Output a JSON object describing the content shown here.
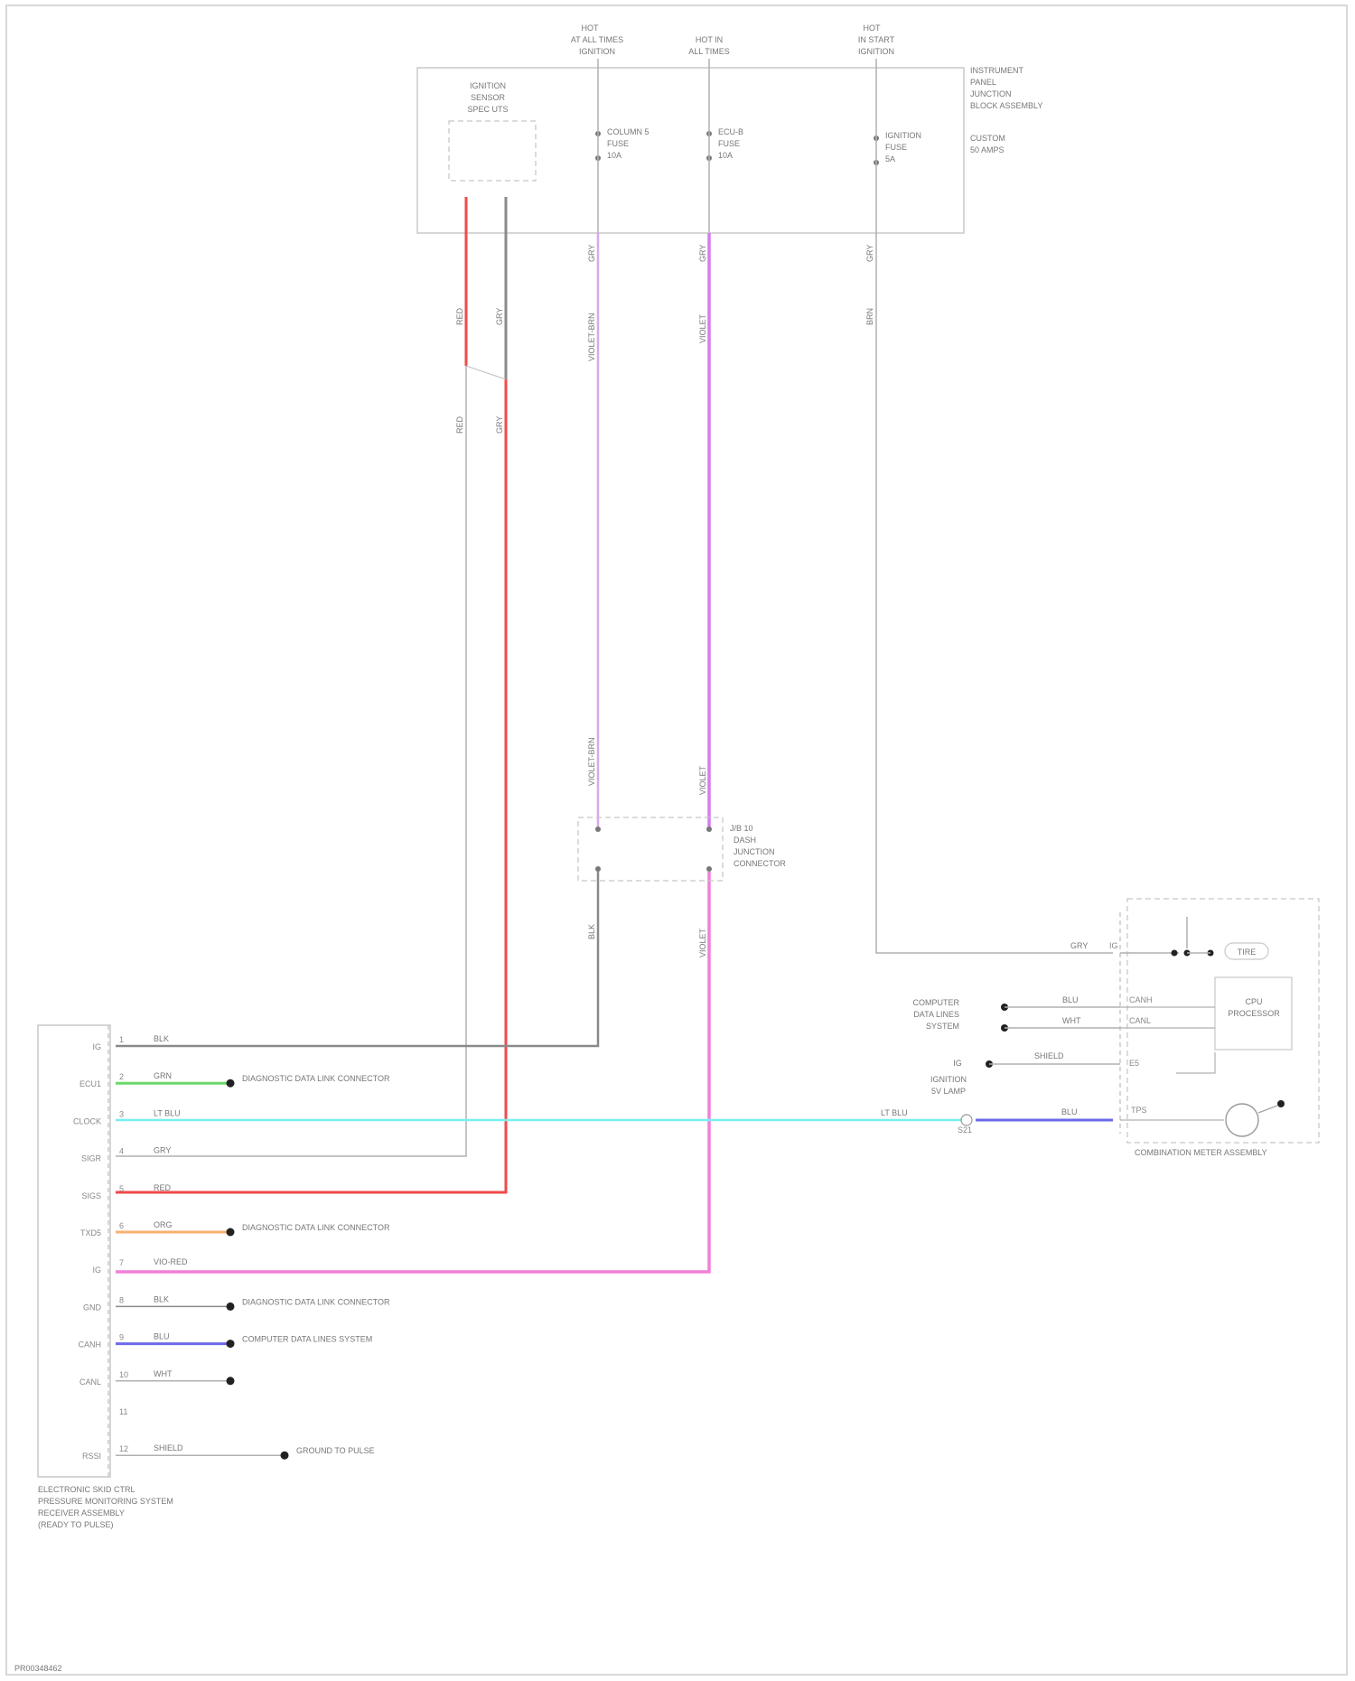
{
  "diagram": {
    "colors": {
      "red": "#f04a4a",
      "gray": "#8a8a8a",
      "violet_light": "#d8a8ee",
      "violet": "#d47cf0",
      "pink": "#f080d8",
      "cyan": "#78f0f0",
      "green": "#6ad86a",
      "orange": "#f8b070",
      "blue": "#6a6ae8",
      "thin": "#b0b0b0"
    },
    "top_feeds": [
      {
        "id": "feed1",
        "lines": [
          "HOT",
          "AT ALL TIMES",
          "IGNITION"
        ]
      },
      {
        "id": "feed2",
        "lines": [
          "HOT IN",
          "ALL TIMES"
        ]
      },
      {
        "id": "feed3",
        "lines": [
          "HOT",
          "IN START",
          "IGNITION"
        ]
      }
    ],
    "top_module_label": [
      "INSTRUMENT",
      "PANEL",
      "JUNCTION",
      "BLOCK ASSEMBLY"
    ],
    "top_module_sub": [
      "CUSTOM",
      "50 AMPS"
    ],
    "sensor_label": [
      "IGNITION",
      "SENSOR",
      "SPEC UTS"
    ],
    "fuses": [
      {
        "id": "f1",
        "lines": [
          "COLUMN 5",
          "FUSE",
          "10A"
        ]
      },
      {
        "id": "f2",
        "lines": [
          "ECU-B",
          "FUSE",
          "10A"
        ]
      },
      {
        "id": "f3",
        "lines": [
          "IGNITION",
          "FUSE",
          "5A"
        ]
      }
    ],
    "wire_codes": {
      "red_top": "RED",
      "gray_top": "GRY",
      "red_mid": "RED",
      "gray_mid": "GRY",
      "v1_top": "GRY",
      "v1_side": "VIOLET-BRN",
      "v1_mid": "VIOLET-BRN",
      "v1_low": "BLK",
      "v2_top": "GRY",
      "v2_side": "VIOLET",
      "v2_mid": "VIOLET",
      "v2_low": "VIOLET",
      "v3_top": "GRY",
      "v3_side": "BRN"
    },
    "mid_connector_label": [
      "J/B 10",
      "DASH",
      "JUNCTION",
      "CONNECTOR"
    ],
    "ecm_label": [
      "ELECTRONIC SKID CTRL",
      "PRESSURE MONITORING SYSTEM",
      "RECEIVER ASSEMBLY",
      "(READY TO PULSE)"
    ],
    "ecm_pins": [
      {
        "name": "IG",
        "num": "1",
        "code": "BLK",
        "dest": ""
      },
      {
        "name": "ECU1",
        "num": "2",
        "code": "GRN",
        "dest": "DIAGNOSTIC DATA LINK CONNECTOR"
      },
      {
        "name": "CLOCK",
        "num": "3",
        "code": "LT BLU",
        "dest": ""
      },
      {
        "name": "SIGR",
        "num": "4",
        "code": "GRY",
        "dest": ""
      },
      {
        "name": "SIGS",
        "num": "5",
        "code": "RED",
        "dest": ""
      },
      {
        "name": "TXD5",
        "num": "6",
        "code": "ORG",
        "dest": "DIAGNOSTIC DATA LINK CONNECTOR"
      },
      {
        "name": "IG",
        "num": "7",
        "code": "VIO-RED",
        "dest": ""
      },
      {
        "name": "GND",
        "num": "8",
        "code": "BLK",
        "dest": "DIAGNOSTIC DATA LINK CONNECTOR"
      },
      {
        "name": "CANH",
        "num": "9",
        "code": "BLU",
        "dest": "COMPUTER DATA LINES SYSTEM"
      },
      {
        "name": "CANL",
        "num": "10",
        "code": "WHT",
        "dest": ""
      },
      {
        "name": "",
        "num": "11",
        "code": "",
        "dest": ""
      },
      {
        "name": "RSSI",
        "num": "12",
        "code": "SHIELD",
        "dest": "GROUND TO PULSE"
      }
    ],
    "combination_meter": {
      "title": "COMBINATION METER ASSEMBLY",
      "ig_code": "GRY",
      "ig_pin": "IG",
      "lamp_label": "TIRE",
      "cpu_lines": [
        "CPU",
        "PROCESSOR"
      ],
      "can_pins": [
        "CANH",
        "CANL"
      ],
      "can_codes": [
        "BLU",
        "WHT"
      ],
      "can_source": [
        "COMPUTER",
        "DATA LINES",
        "SYSTEM"
      ],
      "gnd_code": "SHIELD",
      "gnd_pin": "E5",
      "gnd_source": [
        "IG",
        "IGNITION",
        "5V LAMP"
      ],
      "clk_code": "LT BLU",
      "clk_code2": "BLU",
      "clk_pin": "TPS",
      "clk_splice": "S21"
    },
    "footer": "PR00348462"
  }
}
